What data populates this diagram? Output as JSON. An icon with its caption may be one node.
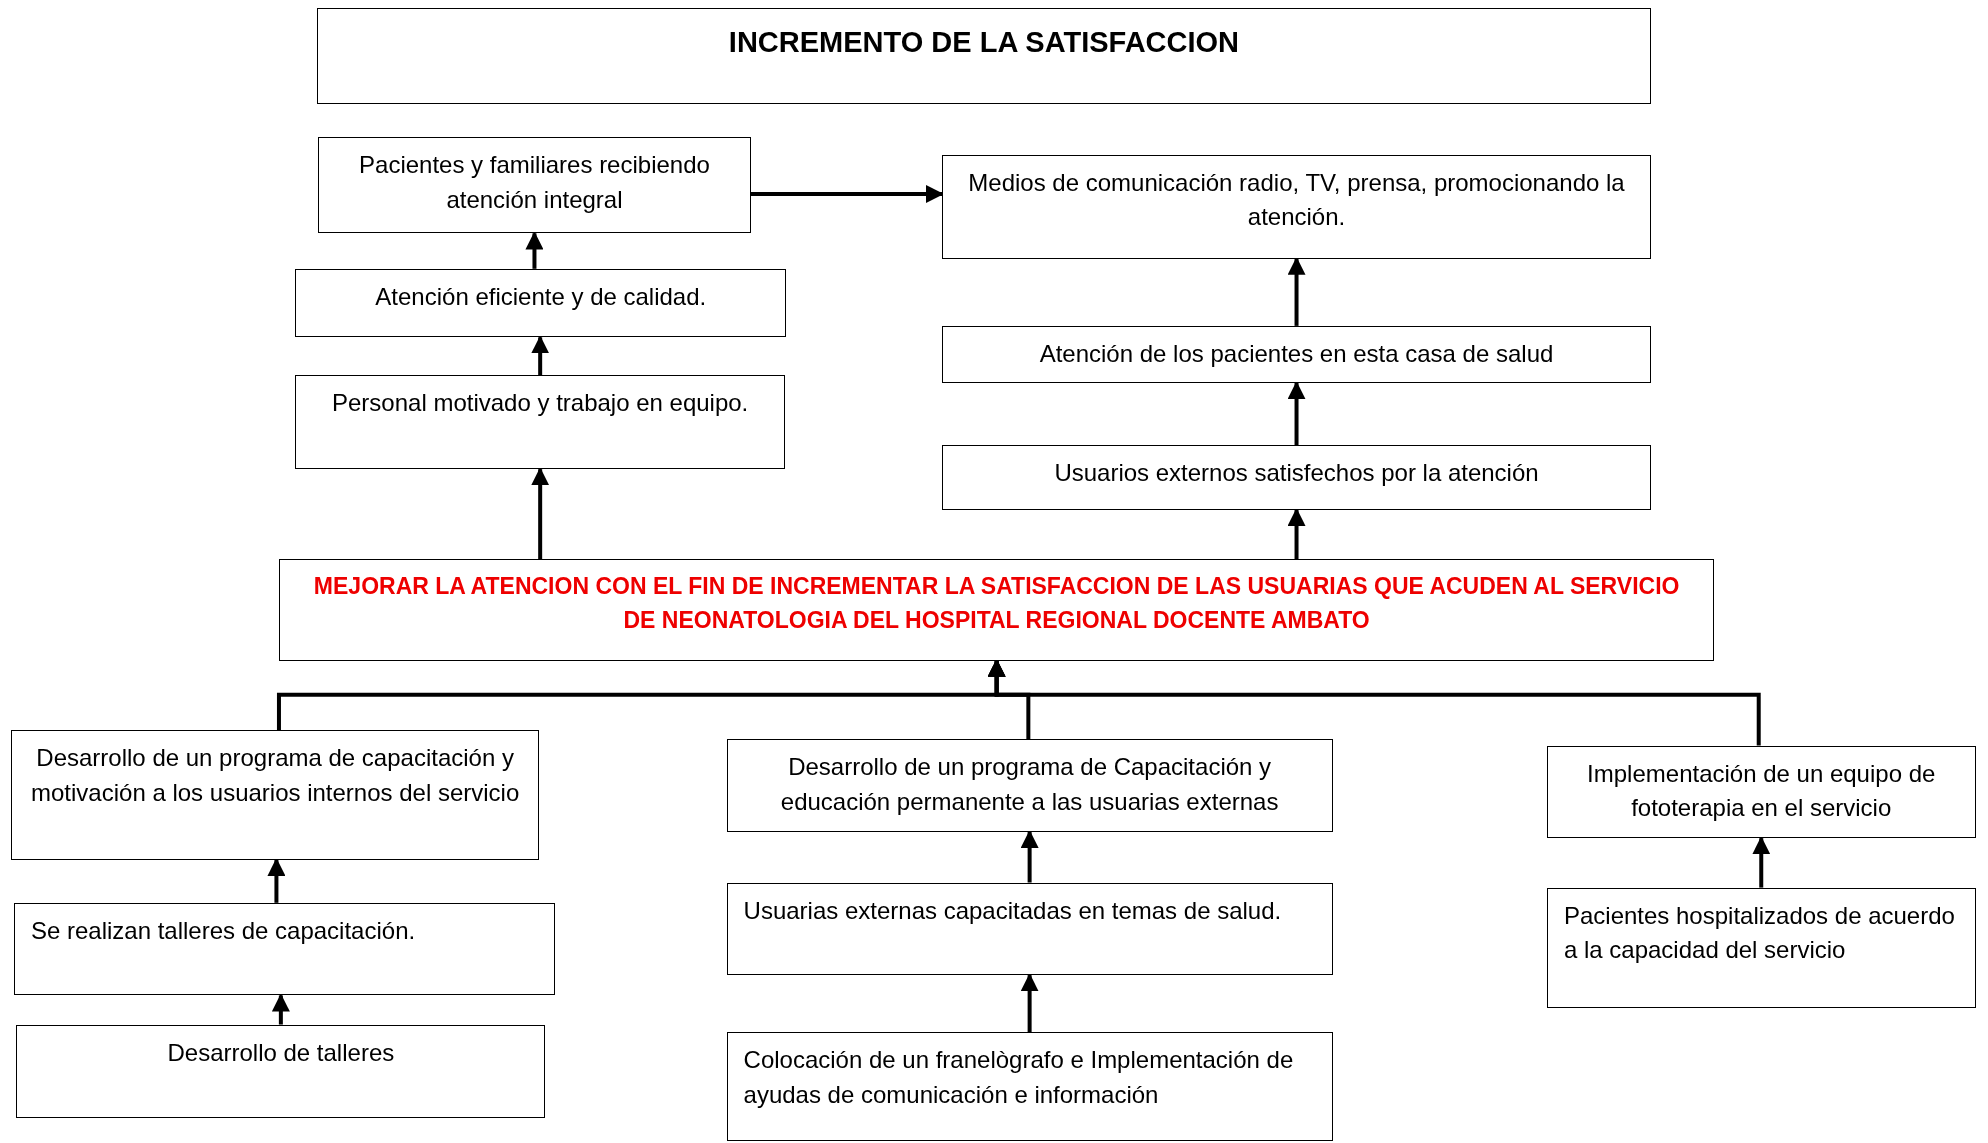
{
  "diagram": {
    "nodes": [
      {
        "text": [
          "INCREMENTO DE LA SATISFACCION"
        ]
      },
      {
        "text": [
          "Pacientes y familiares recibiendo atención integral"
        ]
      },
      {
        "text": [
          "Medios de comunicación radio, TV, prensa, promocionando la atención."
        ]
      },
      {
        "text": [
          "Atención eficiente y de calidad."
        ]
      },
      {
        "text": [
          "Atención de los pacientes  en  esta casa de salud"
        ]
      },
      {
        "text": [
          "Personal motivado y trabajo en equipo."
        ]
      },
      {
        "text": [
          "Usuarios externos satisfechos por la atención"
        ]
      },
      {
        "text": [
          "MEJORAR LA ATENCION CON EL FIN DE INCREMENTAR LA SATISFACCION DE LAS USUARIAS QUE ACUDEN AL SERVICIO DE NEONATOLOGIA DEL HOSPITAL REGIONAL DOCENTE AMBATO"
        ]
      },
      {
        "text": [
          "Desarrollo  de un  programa de capacitación  y motivación  a los usuarios internos del servicio"
        ]
      },
      {
        "text": [
          "Desarrollo de un programa de Capacitación  y educación  permanente a las usuarias externas"
        ]
      },
      {
        "text": [
          "Implementación de un equipo de fototerapia en el servicio"
        ]
      },
      {
        "text": [
          "Se realizan talleres de capacitación."
        ]
      },
      {
        "text": [
          "Usuarias externas capacitadas en temas de salud."
        ]
      },
      {
        "text": [
          "Pacientes hospitalizados de acuerdo a la capacidad del servicio"
        ]
      },
      {
        "text": [
          "Desarrollo de talleres"
        ]
      },
      {
        "text": [
          "Colocación de un franelògrafo e Implementación de ayudas de comunicación e información"
        ]
      }
    ],
    "edges": [
      {
        "from": 1,
        "to": 2,
        "arrow": "to"
      },
      {
        "from": 3,
        "to": 1,
        "arrow": "to"
      },
      {
        "from": 5,
        "to": 3,
        "arrow": "to"
      },
      {
        "from": 7,
        "to": 5,
        "arrow": "to"
      },
      {
        "from": 7,
        "to": 6,
        "arrow": "to"
      },
      {
        "from": 6,
        "to": 4,
        "arrow": "to"
      },
      {
        "from": 4,
        "to": 2,
        "arrow": "to"
      },
      {
        "from": 8,
        "to": 7,
        "arrow": "to"
      },
      {
        "from": 9,
        "to": 7,
        "arrow": "to"
      },
      {
        "from": 10,
        "to": 7,
        "arrow": "to"
      },
      {
        "from": 11,
        "to": 8,
        "arrow": "to"
      },
      {
        "from": 14,
        "to": 11,
        "arrow": "to"
      },
      {
        "from": 12,
        "to": 9,
        "arrow": "to"
      },
      {
        "from": 15,
        "to": 12,
        "arrow": "to"
      },
      {
        "from": 13,
        "to": 10,
        "arrow": "to"
      }
    ]
  }
}
